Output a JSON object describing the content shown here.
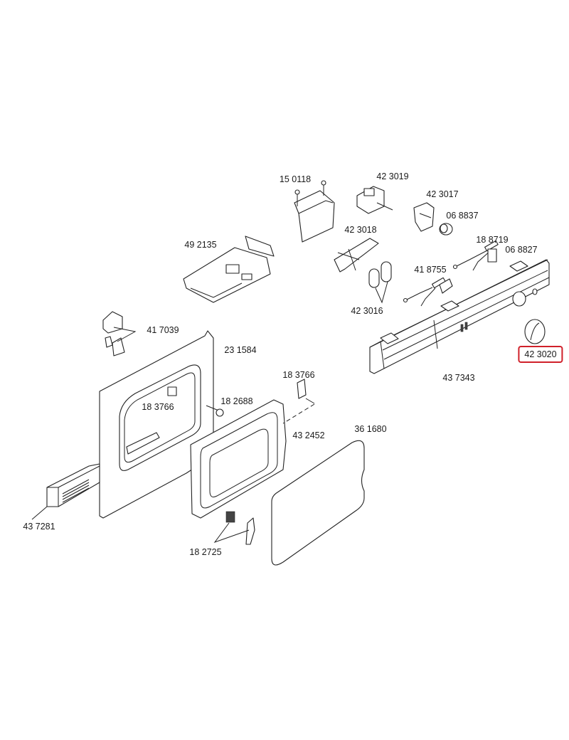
{
  "diagram": {
    "parts": [
      {
        "id": "p1",
        "number": "15 0118"
      },
      {
        "id": "p2",
        "number": "42 3019"
      },
      {
        "id": "p3",
        "number": "42 3017"
      },
      {
        "id": "p4",
        "number": "06 8837"
      },
      {
        "id": "p5",
        "number": "42 3018"
      },
      {
        "id": "p6",
        "number": "18 8719"
      },
      {
        "id": "p7",
        "number": "06 8827"
      },
      {
        "id": "p8",
        "number": "49 2135"
      },
      {
        "id": "p9",
        "number": "41 8755"
      },
      {
        "id": "p10",
        "number": "42 3016"
      },
      {
        "id": "p11",
        "number": "41 7039"
      },
      {
        "id": "p12",
        "number": "23 1584"
      },
      {
        "id": "p13",
        "number": "42 3020",
        "highlighted": true
      },
      {
        "id": "p14",
        "number": "18 3766"
      },
      {
        "id": "p15",
        "number": "43 7343"
      },
      {
        "id": "p16",
        "number": "18 3766"
      },
      {
        "id": "p17",
        "number": "18 2688"
      },
      {
        "id": "p18",
        "number": "43 2452"
      },
      {
        "id": "p19",
        "number": "36 1680"
      },
      {
        "id": "p20",
        "number": "43 7281"
      },
      {
        "id": "p21",
        "number": "18 2725"
      }
    ],
    "highlight_color": "#d0202a"
  }
}
